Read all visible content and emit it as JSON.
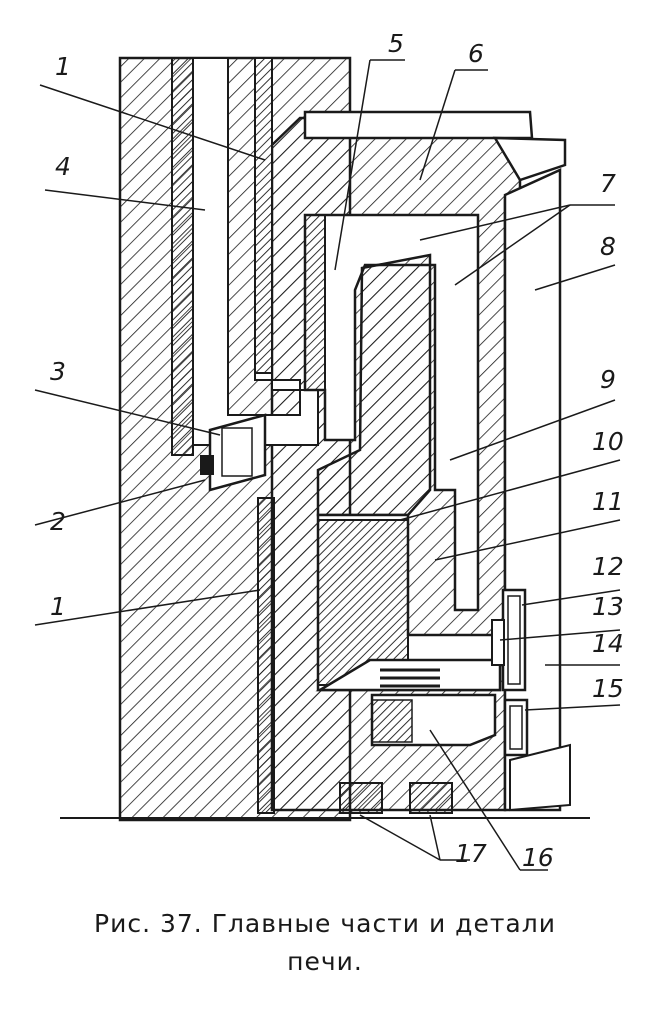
{
  "figure": {
    "callouts": [
      "1",
      "5",
      "6",
      "4",
      "7",
      "8",
      "3",
      "9",
      "10",
      "2",
      "11",
      "12",
      "13",
      "1",
      "14",
      "15",
      "17",
      "16"
    ]
  },
  "caption": {
    "line1": "Рис. 37. Главные части  и детали",
    "line2": "печи."
  },
  "colors": {
    "ink": "#1a1a1a",
    "paper": "#ffffff"
  }
}
